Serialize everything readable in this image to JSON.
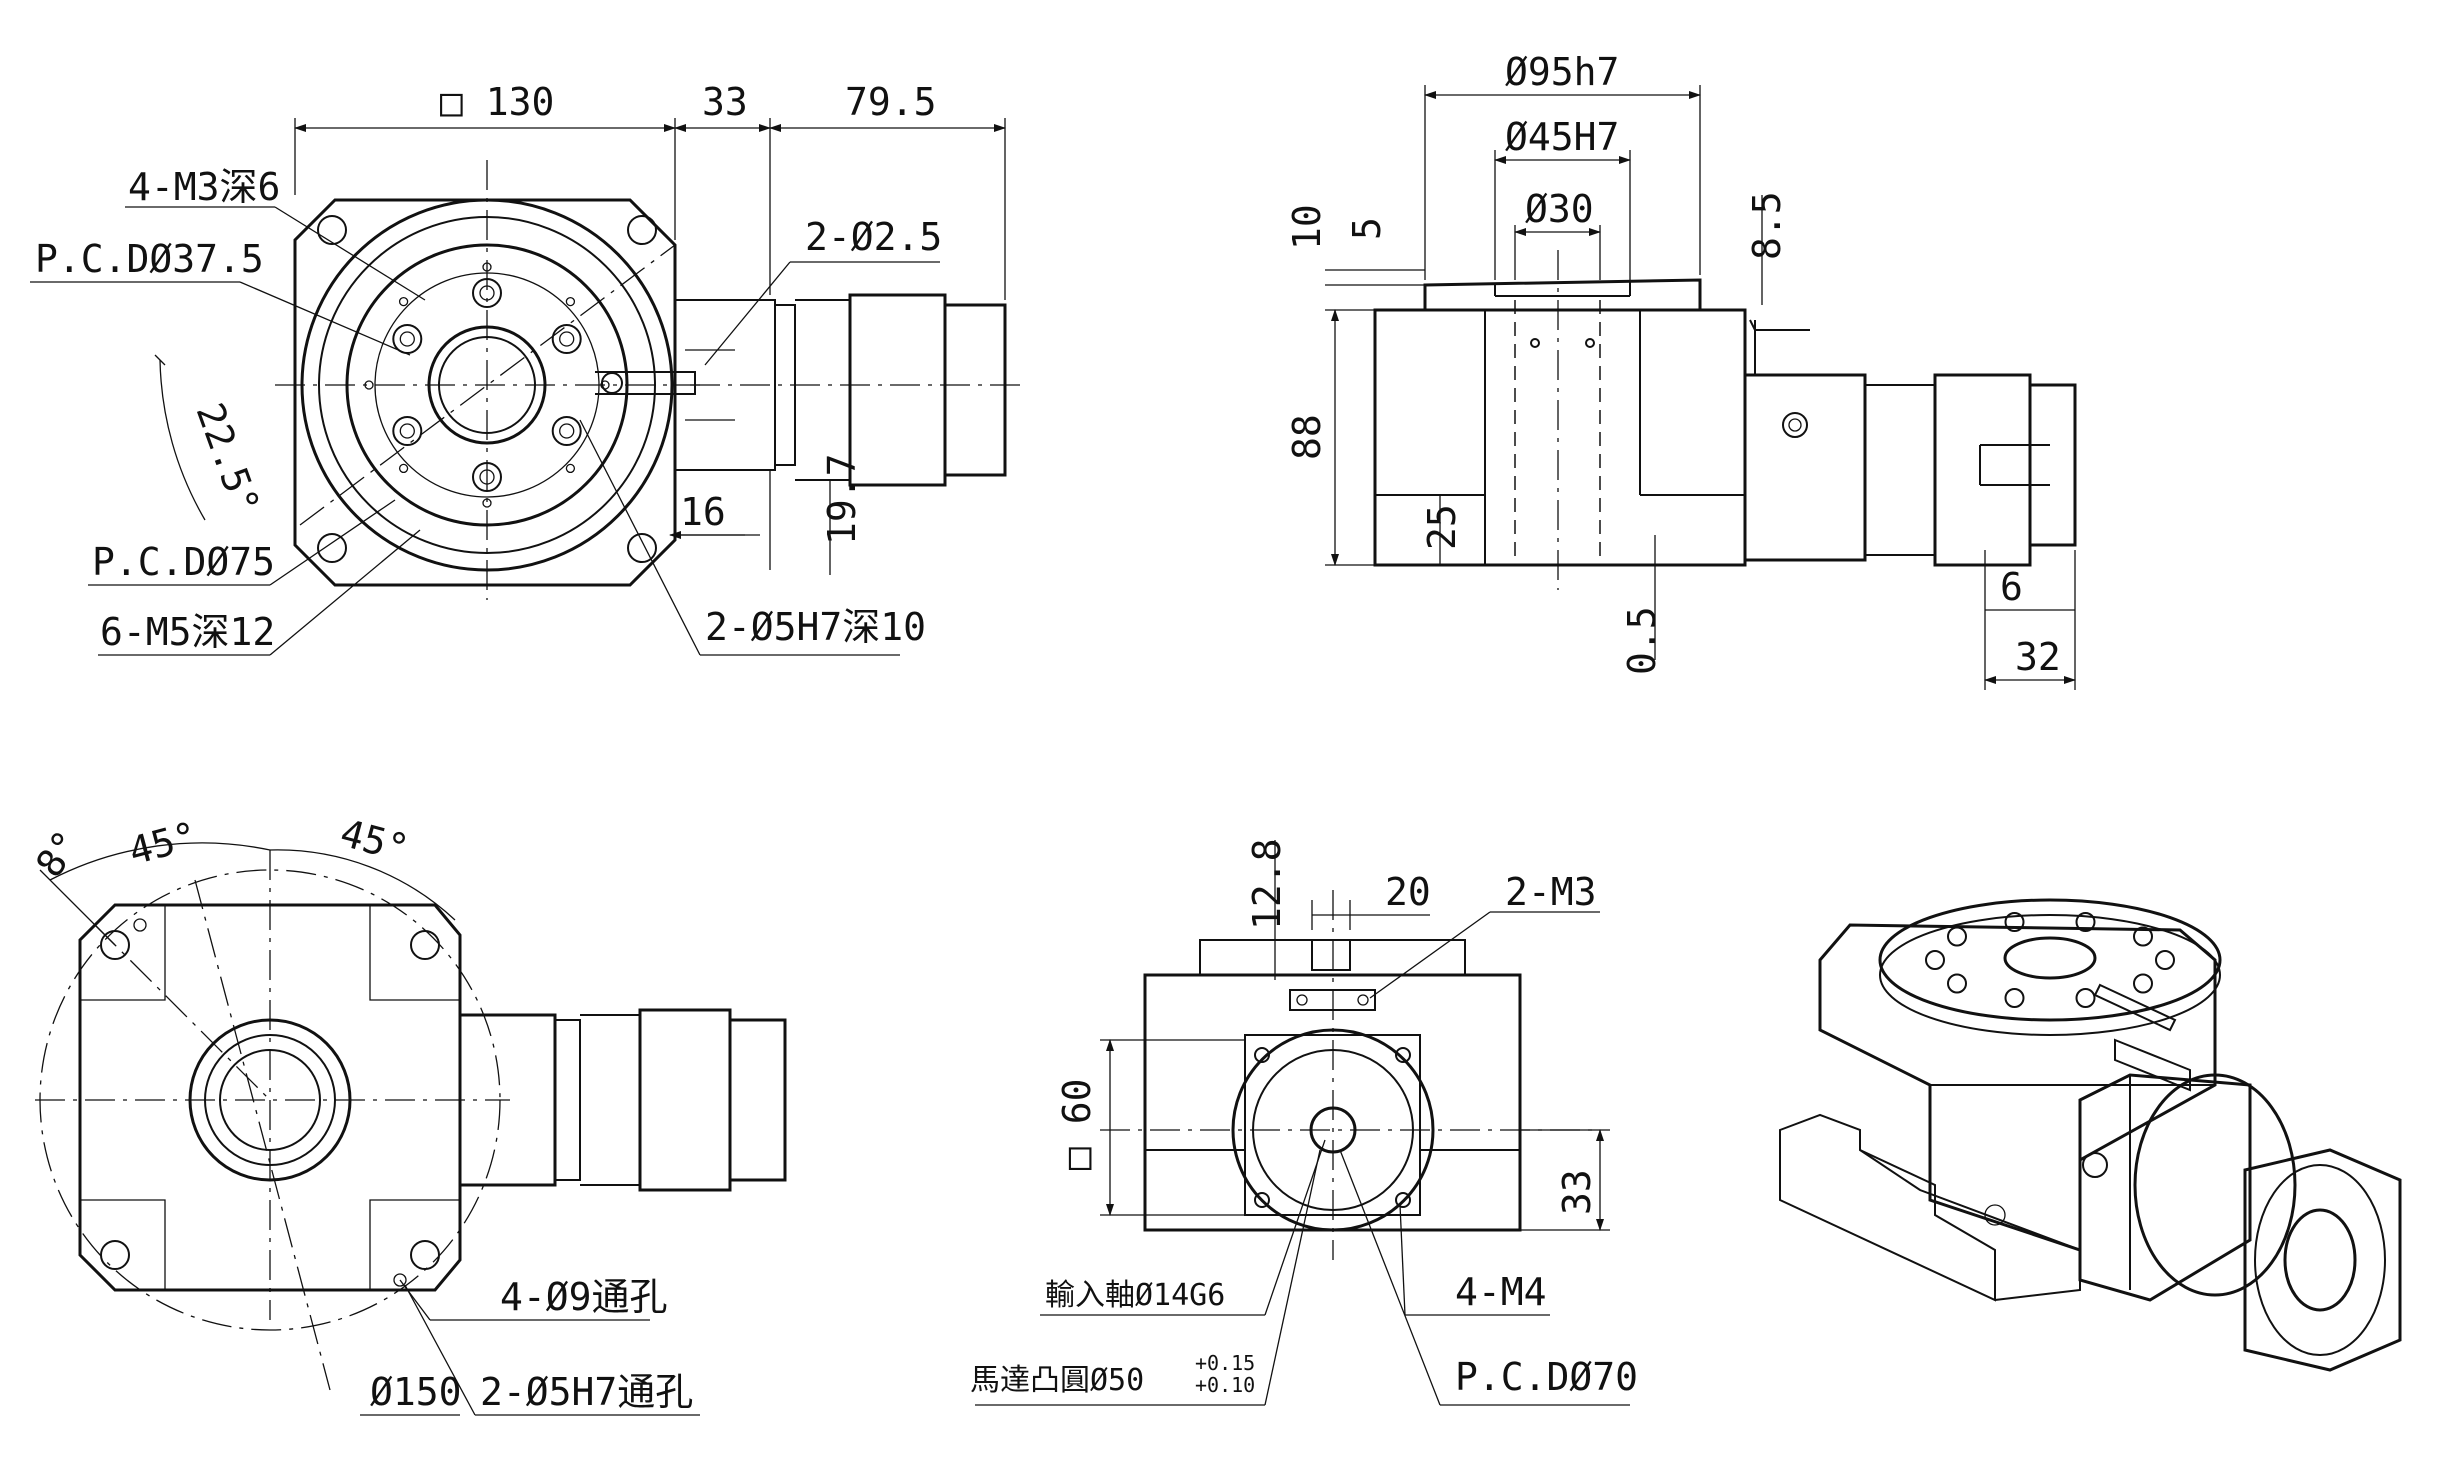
{
  "title": "",
  "top_view": {
    "dim_square": "□ 130",
    "dim_33": "33",
    "dim_79_5": "79.5",
    "callout_4m3": "4-M3深6",
    "callout_2phi2_5": "2-Ø2.5",
    "callout_pcd37_5": "P.C.DØ37.5",
    "angle_22_5": "22.5°",
    "dim_16": "16",
    "dim_19_7": "19.7",
    "callout_pcd75": "P.C.DØ75",
    "callout_6m5": "6-M5深12",
    "callout_2phi5h7": "2-Ø5H7深10"
  },
  "side_view": {
    "dim_phi95h7": "Ø95h7",
    "dim_phi45h7": "Ø45H7",
    "dim_phi30": "Ø30",
    "dim_10": "10",
    "dim_5": "5",
    "dim_8_5": "8.5",
    "dim_88": "88",
    "dim_25": "25",
    "dim_0_5": "0.5",
    "dim_6": "6",
    "dim_32": "32"
  },
  "bottom_view": {
    "angle_8": "8°",
    "angle_45_left": "45°",
    "angle_45_right": "45°",
    "callout_4phi9": "4-Ø9通孔",
    "callout_phi150": "Ø150",
    "callout_2phi5h7": "2-Ø5H7通孔"
  },
  "end_view": {
    "dim_12_8": "12.8",
    "dim_20": "20",
    "callout_2m3": "2-M3",
    "dim_square60": "□ 60",
    "dim_33": "33",
    "callout_shaft": "輸入軸Ø14G6",
    "callout_motor_boss": "馬達凸圓Ø50",
    "tol_upper": "+0.15",
    "tol_lower": "+0.10",
    "callout_4m4": "4-M4",
    "callout_pcd70": "P.C.DØ70"
  }
}
